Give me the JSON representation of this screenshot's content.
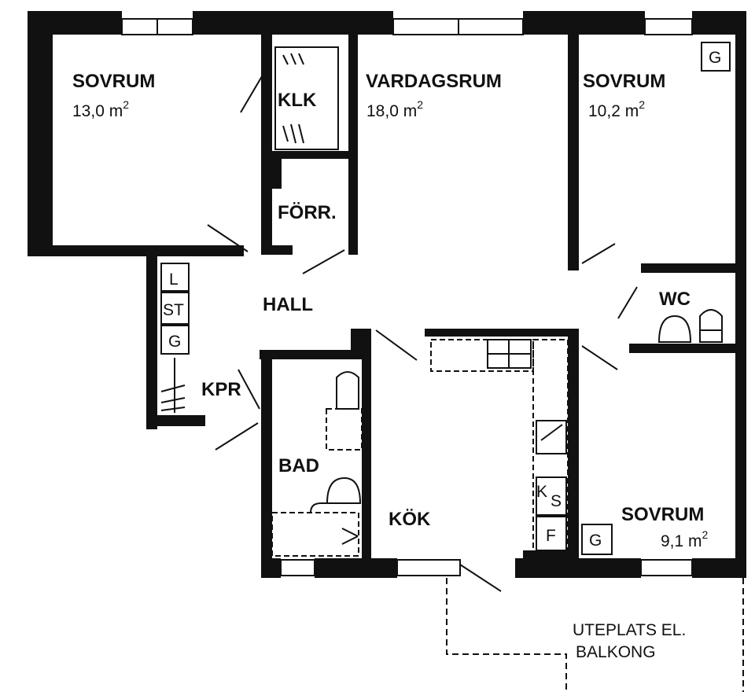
{
  "rooms": {
    "sovrum1": {
      "name": "SOVRUM",
      "area": "13,0 m"
    },
    "klk": {
      "name": "KLK"
    },
    "vardagsrum": {
      "name": "VARDAGSRUM",
      "area": "18,0 m"
    },
    "sovrum2": {
      "name": "SOVRUM",
      "area": "10,2 m"
    },
    "forr": {
      "name": "FÖRR."
    },
    "hall": {
      "name": "HALL"
    },
    "wc": {
      "name": "WC"
    },
    "kpr": {
      "name": "KPR"
    },
    "bad": {
      "name": "BAD"
    },
    "kok": {
      "name": "KÖK"
    },
    "sovrum3": {
      "name": "SOVRUM",
      "area": "9,1 m"
    },
    "uteplats": {
      "line1": "UTEPLATS EL.",
      "line2": "BALKONG"
    }
  },
  "area_superscript": "2",
  "fixtures": {
    "g_top": "G",
    "l": "L",
    "st": "ST",
    "g_left": "G",
    "k": "K",
    "s": "S",
    "f": "F",
    "g_bottom": "G"
  }
}
